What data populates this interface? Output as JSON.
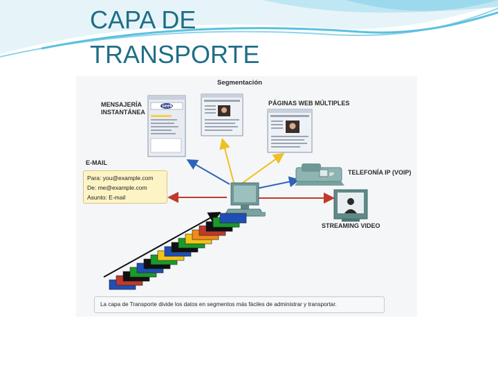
{
  "slide": {
    "title_line1": "CAPA DE",
    "title_line2": "TRANSPORTE"
  },
  "diagram": {
    "segmentation_label": "Segmentación",
    "im_label_line1": "MENSAJERÍA",
    "im_label_line2": "INSTANTÁNEA",
    "im_logo": "seek",
    "web_label": "PÁGINAS WEB MÚLTIPLES",
    "email_label": "E-MAIL",
    "email_to": "Para: you@example.com",
    "email_from": "De: me@example.com",
    "email_subject": "Asunto: E-mail",
    "voip_label": "TELEFONÍA IP (VOIP)",
    "phone_badge": "IP",
    "video_label": "STREAMING VIDEO",
    "caption": "La capa de Transporte divide los datos en segmentos más fáciles de administrar y transportar."
  },
  "colors": {
    "title": "#1f6e86",
    "swoosh": "#5bc0de",
    "arrow_blue": "#2e63b8",
    "arrow_yellow": "#f0c020",
    "arrow_red": "#c0392b",
    "segment_colors": [
      "#1f4fb5",
      "#c0392b",
      "#111111",
      "#1a9a2a",
      "#f3c318",
      "#f08a18",
      "#1f4fb5",
      "#1a9a2a",
      "#111111"
    ]
  }
}
